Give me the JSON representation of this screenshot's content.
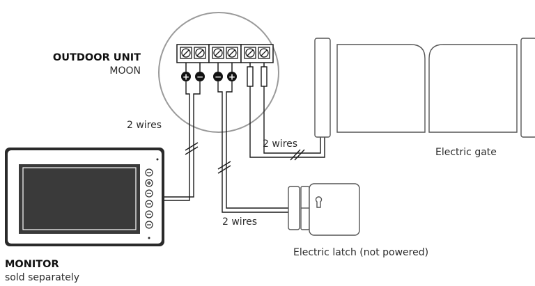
{
  "outdoor_unit": {
    "title": "OUTDOOR UNIT",
    "model": "MOON"
  },
  "monitor": {
    "title": "MONITOR",
    "note": "sold separately"
  },
  "wires": {
    "monitor_link": "2 wires",
    "gate_link": "2 wires",
    "latch_link": "2 wires"
  },
  "gate": {
    "label": "Electric gate"
  },
  "latch": {
    "label": "Electric latch (not powered)"
  },
  "terminals": {
    "polarity": [
      "+",
      "−",
      "−",
      "+"
    ]
  },
  "colors": {
    "line": "#1a1a1a",
    "outline": "#555555",
    "circle": "#9a9a9a",
    "screen": "#3a3a3a",
    "body": "#2a2a2a"
  }
}
